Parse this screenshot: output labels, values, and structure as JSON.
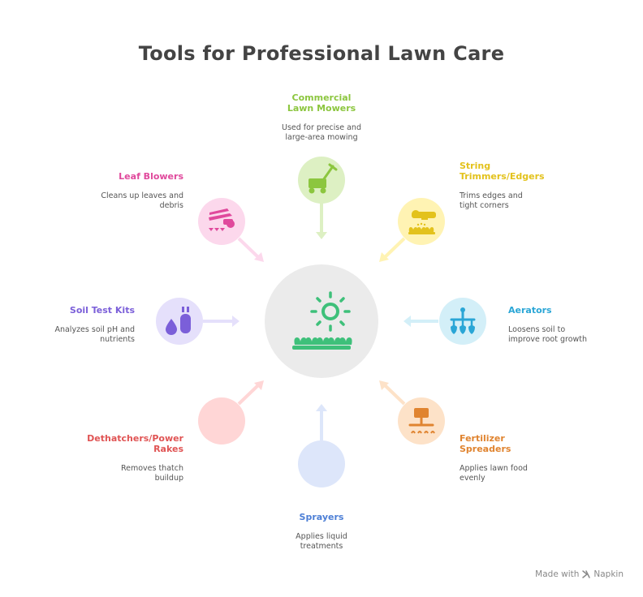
{
  "title": "Tools for Professional Lawn Care",
  "colors": {
    "mowers": "#8cc63f",
    "trimmers": "#e3c21c",
    "aerators": "#2aa6d6",
    "fertilizer": "#e08430",
    "sprayers": "#4d7fd6",
    "dethatchers": "#e05454",
    "soil": "#7b5fd9",
    "blowers": "#e0499c",
    "hub": "#ebebeb",
    "hub_icon": "#3ec07a"
  },
  "tools": {
    "mowers": {
      "head1": "Commercial",
      "head2": "Lawn Mowers",
      "desc1": "Used for precise and",
      "desc2": "large-area mowing",
      "icon": "lawn-mower-icon"
    },
    "trimmers": {
      "head1": "String",
      "head2": "Trimmers/Edgers",
      "desc1": "Trims edges and",
      "desc2": "tight corners",
      "icon": "string-trimmer-icon"
    },
    "aerators": {
      "head1": "Aerators",
      "desc1": "Loosens soil to",
      "desc2": "improve root growth",
      "icon": "aerator-icon"
    },
    "fertilizer": {
      "head1": "Fertilizer",
      "head2": "Spreaders",
      "desc1": "Applies lawn food",
      "desc2": "evenly",
      "icon": "spreader-icon"
    },
    "sprayers": {
      "head1": "Sprayers",
      "desc1": "Applies liquid",
      "desc2": "treatments",
      "icon": ""
    },
    "dethatchers": {
      "head1": "Dethatchers/Power",
      "head2": "Rakes",
      "desc1": "Removes thatch",
      "desc2": "buildup",
      "icon": ""
    },
    "soil": {
      "head1": "Soil Test Kits",
      "desc1": "Analyzes soil pH and",
      "desc2": "nutrients",
      "icon": "test-tube-icon"
    },
    "blowers": {
      "head1": "Leaf Blowers",
      "desc1": "Cleans up leaves and",
      "desc2": "debris",
      "icon": "leaf-blower-icon"
    }
  },
  "footer": {
    "made_with": "Made with",
    "brand": "Napkin"
  }
}
